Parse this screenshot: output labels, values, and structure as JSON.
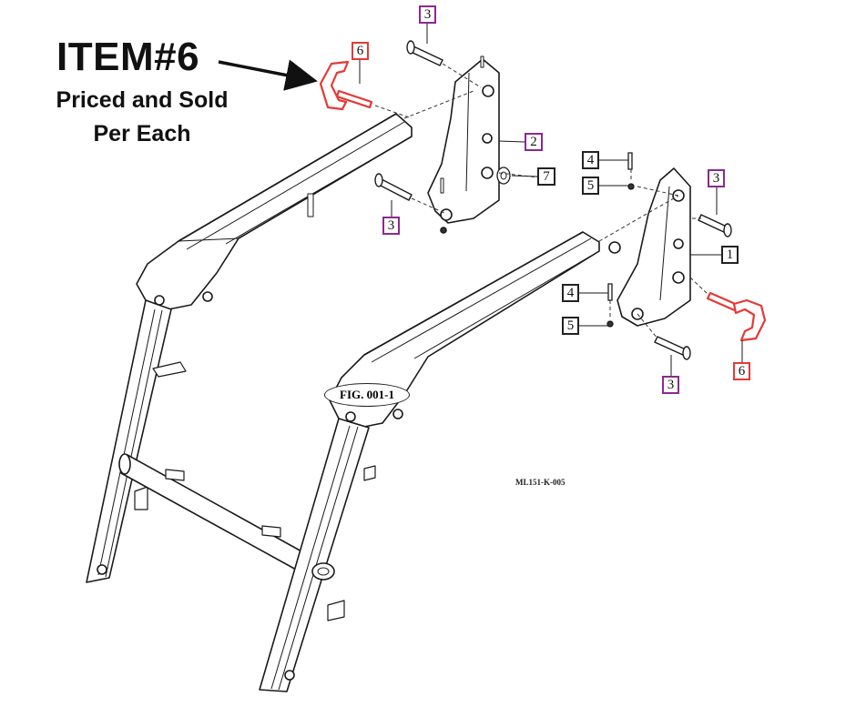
{
  "headline": {
    "title": "ITEM#6",
    "subtitle_line1": "Priced and Sold",
    "subtitle_line2": "Per Each"
  },
  "figure_label": "FIG. 001-1",
  "model_code": "ML151-K-005",
  "callouts": {
    "c3_top": "3",
    "c6_top": "6",
    "c2": "2",
    "c7": "7",
    "c3_left": "3",
    "c4_upper": "4",
    "c5_upper": "5",
    "c3_right": "3",
    "c1": "1",
    "c4_lower": "4",
    "c5_lower": "5",
    "c3_lower": "3",
    "c6_right": "6"
  },
  "colors": {
    "highlight_part": "#e53935",
    "callout_purple": "#8a2a8f",
    "callout_black": "#222222",
    "line_art": "#1a1a1a"
  }
}
